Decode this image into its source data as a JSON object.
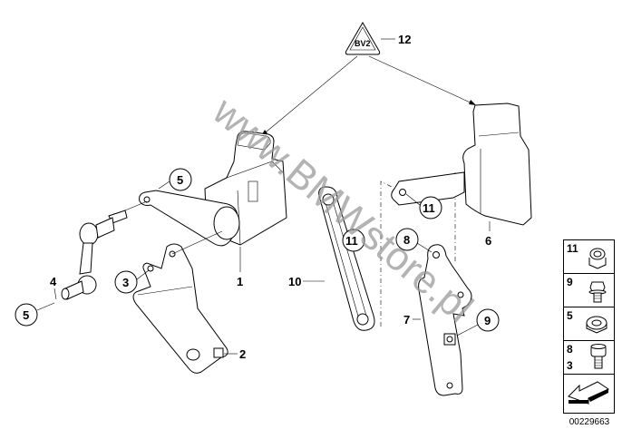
{
  "diagram": {
    "title": "Headlight vertical aim control sensor",
    "watermark": "www.BMWstore.pl",
    "catalog_code": "00229663",
    "symbol_label": "12",
    "callouts": [
      {
        "id": "1",
        "circled": false
      },
      {
        "id": "2",
        "circled": false
      },
      {
        "id": "3",
        "circled": true
      },
      {
        "id": "4",
        "circled": false
      },
      {
        "id": "5",
        "circled": true
      },
      {
        "id": "5",
        "circled": true
      },
      {
        "id": "6",
        "circled": false
      },
      {
        "id": "7",
        "circled": false
      },
      {
        "id": "8",
        "circled": true
      },
      {
        "id": "9",
        "circled": true
      },
      {
        "id": "10",
        "circled": false
      },
      {
        "id": "11",
        "circled": true
      },
      {
        "id": "11",
        "circled": true
      },
      {
        "id": "12",
        "circled": false
      }
    ],
    "legend": [
      {
        "labels": [
          "11"
        ],
        "icon": "self-locking-nut-icon"
      },
      {
        "labels": [
          "9"
        ],
        "icon": "hex-flange-bolt-icon"
      },
      {
        "labels": [
          "5"
        ],
        "icon": "hex-nut-icon"
      },
      {
        "labels": [
          "8",
          "3"
        ],
        "icon": "socket-head-bolt-icon"
      },
      {
        "labels": [],
        "icon": "direction-arrow-icon"
      }
    ]
  }
}
